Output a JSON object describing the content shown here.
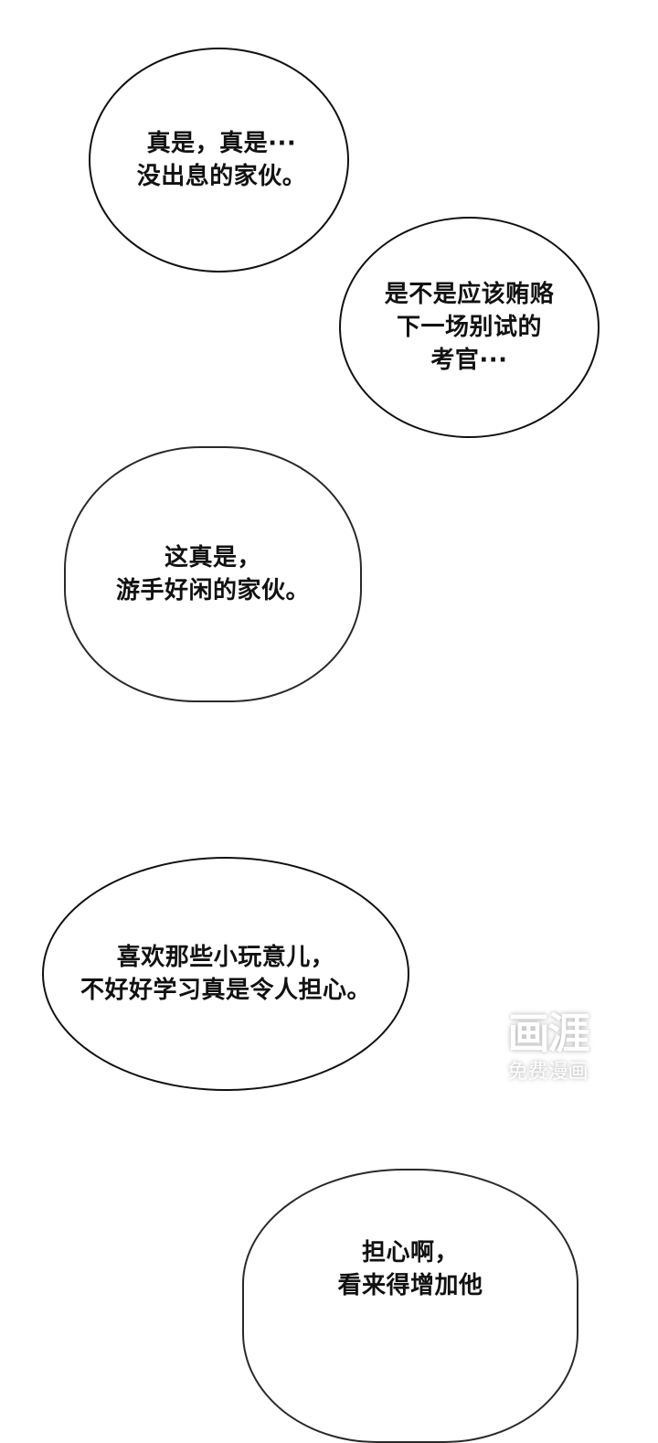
{
  "bubbles": [
    {
      "id": "b1",
      "shape": "ellipse",
      "lines": [
        "真是，真是···",
        "没出息的家伙。"
      ]
    },
    {
      "id": "b2",
      "shape": "ellipse",
      "lines": [
        "是不是应该贿赂",
        "下一场别试的",
        "考官···"
      ]
    },
    {
      "id": "b3",
      "shape": "rounded-square",
      "lines": [
        "这真是，",
        "游手好闲的家伙。"
      ]
    },
    {
      "id": "b4",
      "shape": "ellipse",
      "lines": [
        "喜欢那些小玩意儿，",
        "不好好学习真是令人担心。"
      ]
    },
    {
      "id": "b5",
      "shape": "rounded-square",
      "lines": [
        "担心啊，",
        "看来得增加他"
      ]
    }
  ],
  "watermark": {
    "logo": "画涯",
    "subtitle": "免费漫画"
  },
  "colors": {
    "background": "#ffffff",
    "ink": "#111111"
  }
}
